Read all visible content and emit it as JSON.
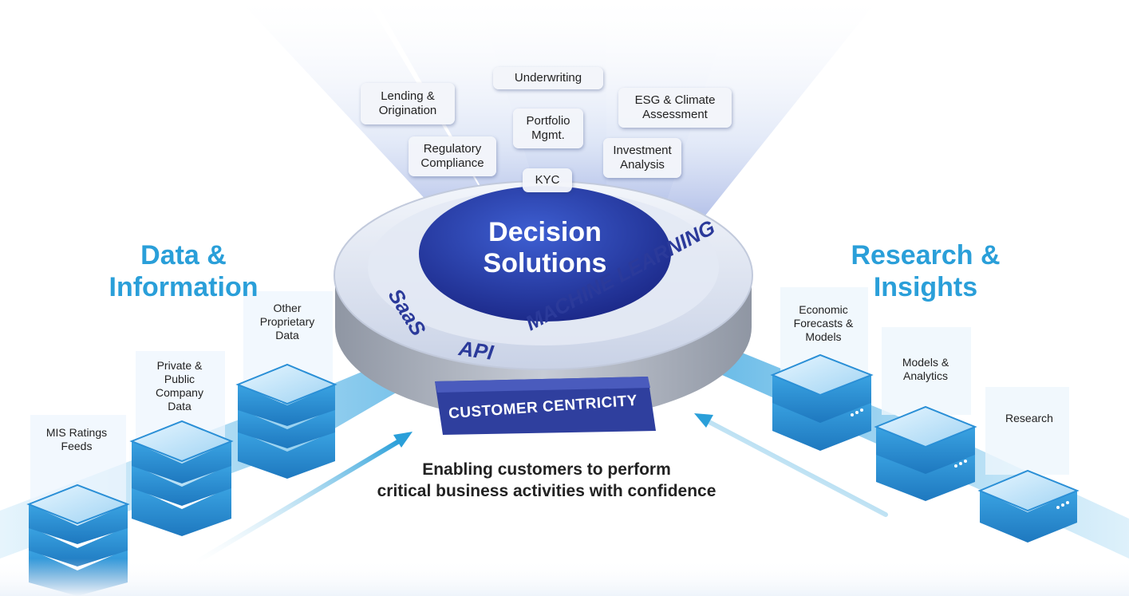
{
  "beams": {
    "items": [
      {
        "label": "Underwriting"
      },
      {
        "label": "Lending & Origination"
      },
      {
        "label": "ESG & Climate Assessment"
      },
      {
        "label": "Portfolio Mgmt."
      },
      {
        "label": "Regulatory Compliance"
      },
      {
        "label": "Investment Analysis"
      },
      {
        "label": "KYC"
      }
    ]
  },
  "left_section": {
    "title_line1": "Data &",
    "title_line2": "Information",
    "towers": [
      {
        "label": "MIS Ratings Feeds"
      },
      {
        "label": "Private & Public Company Data"
      },
      {
        "label": "Other Proprietary Data"
      }
    ]
  },
  "right_section": {
    "title_line1": "Research &",
    "title_line2": "Insights",
    "towers": [
      {
        "label": "Economic Forecasts & Models"
      },
      {
        "label": "Models & Analytics"
      },
      {
        "label": "Research"
      }
    ]
  },
  "center": {
    "title_line1": "Decision",
    "title_line2": "Solutions",
    "ring_words": {
      "saas": "SaaS",
      "api": "API",
      "ml": "MACHINE LEARNING"
    },
    "base_label": "CUSTOMER CENTRICITY"
  },
  "tagline": {
    "line1": "Enabling customers to perform",
    "line2": "critical business activities with confidence"
  },
  "colors": {
    "accent_blue": "#2a9fd9",
    "core_navy": "#1f2f8f",
    "ring_text": "#2b3a9a",
    "tower_blue": "#2f8fd0"
  }
}
